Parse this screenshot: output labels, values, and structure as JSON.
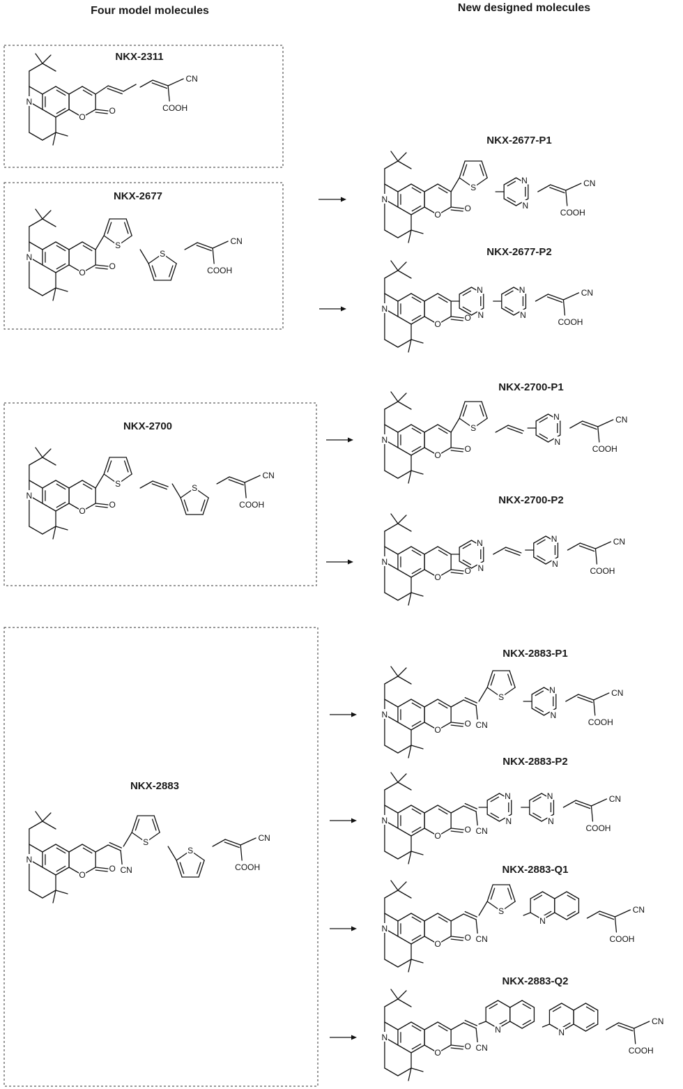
{
  "headings": {
    "left": "Four model molecules",
    "right": "New designed molecules"
  },
  "atom_labels": {
    "nitrogen": "N",
    "sulfur": "S",
    "oxygen": "O",
    "carbonyl": "O",
    "cyano": "CN",
    "acid": "COOH"
  },
  "model_molecules": [
    {
      "name": "NKX-2311",
      "bridge": [
        "diene"
      ],
      "cyano_vinyl": false
    },
    {
      "name": "NKX-2677",
      "bridge": [
        "thiophene",
        "thiophene"
      ],
      "cyano_vinyl": false
    },
    {
      "name": "NKX-2700",
      "bridge": [
        "thiophene",
        "vinylene",
        "thiophene"
      ],
      "cyano_vinyl": false
    },
    {
      "name": "NKX-2883",
      "bridge": [
        "thiophene",
        "thiophene"
      ],
      "cyano_vinyl": true
    }
  ],
  "designed_molecules": [
    {
      "name": "NKX-2677-P1",
      "bridge": [
        "thiophene",
        "pyrimidine"
      ],
      "cyano_vinyl": false
    },
    {
      "name": "NKX-2677-P2",
      "bridge": [
        "pyrimidine",
        "pyrimidine"
      ],
      "cyano_vinyl": false
    },
    {
      "name": "NKX-2700-P1",
      "bridge": [
        "thiophene",
        "vinylene",
        "pyrimidine"
      ],
      "cyano_vinyl": false
    },
    {
      "name": "NKX-2700-P2",
      "bridge": [
        "pyrimidine",
        "vinylene",
        "pyrimidine"
      ],
      "cyano_vinyl": false
    },
    {
      "name": "NKX-2883-P1",
      "bridge": [
        "thiophene",
        "pyrimidine"
      ],
      "cyano_vinyl": true
    },
    {
      "name": "NKX-2883-P2",
      "bridge": [
        "pyrimidine",
        "pyrimidine"
      ],
      "cyano_vinyl": true
    },
    {
      "name": "NKX-2883-Q1",
      "bridge": [
        "thiophene",
        "quinoline"
      ],
      "cyano_vinyl": true
    },
    {
      "name": "NKX-2883-Q2",
      "bridge": [
        "quinoline",
        "quinoline"
      ],
      "cyano_vinyl": true
    }
  ]
}
